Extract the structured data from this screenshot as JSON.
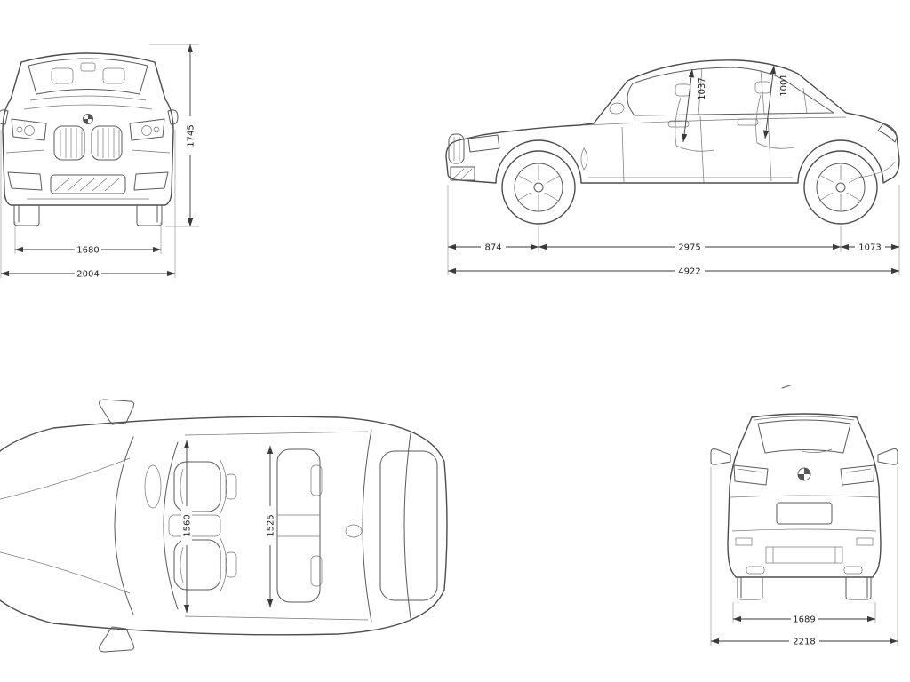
{
  "drawing": {
    "background": "#ffffff",
    "line_color": "#4d4d4d",
    "dim_color": "#3a3a3a",
    "icons": {
      "brand_roundel": "quartered-circle"
    },
    "views": {
      "front": {
        "overall_height": "1745",
        "track_width": "1680",
        "overall_width": "2004"
      },
      "side": {
        "front_headroom": "1037",
        "rear_headroom": "1001",
        "front_overhang": "874",
        "wheelbase": "2975",
        "rear_overhang": "1073",
        "overall_length": "4922"
      },
      "top": {
        "front_interior_width": "1560",
        "rear_interior_width": "1525"
      },
      "rear": {
        "rear_track": "1689",
        "width_with_mirrors": "2218"
      }
    }
  }
}
